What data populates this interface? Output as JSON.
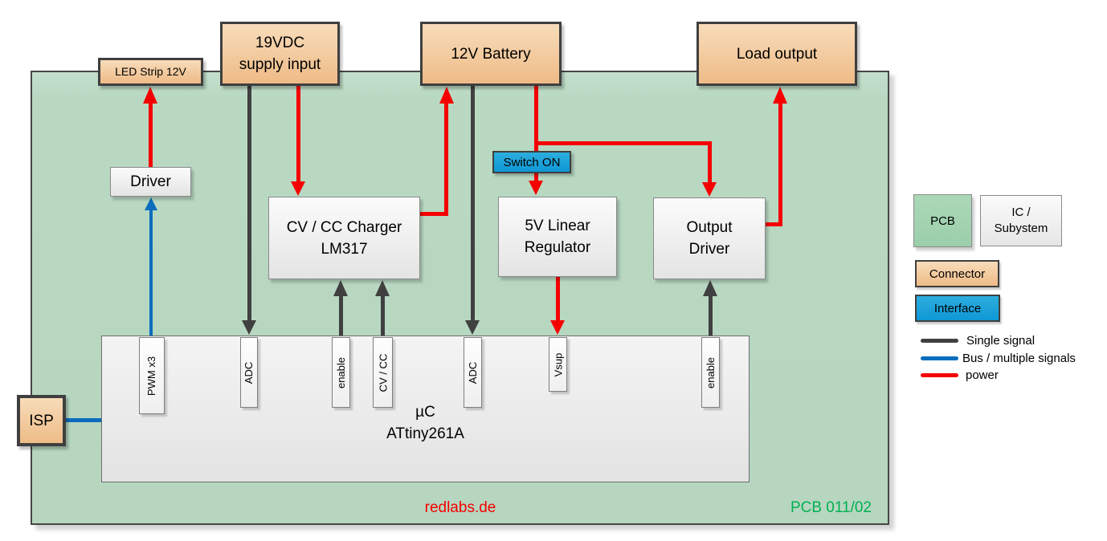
{
  "diagram": {
    "connectors": {
      "led_strip": "LED Strip 12V",
      "supply_line1": "19VDC",
      "supply_line2": "supply input",
      "battery": "12V Battery",
      "load": "Load output",
      "isp": "ISP"
    },
    "blocks": {
      "driver": "Driver",
      "charger_line1": "CV / CC Charger",
      "charger_line2": "LM317",
      "regulator_line1": "5V Linear",
      "regulator_line2": "Regulator",
      "output_line1": "Output",
      "output_line2": "Driver",
      "mcu_line1": "µC",
      "mcu_line2": "ATtiny261A"
    },
    "interfaces": {
      "switch_on": "Switch ON"
    },
    "pins": [
      "PWM x3",
      "ADC",
      "enable",
      "CV / CC",
      "ADC",
      "Vsup",
      "enable"
    ],
    "footer": {
      "site": "redlabs.de",
      "board_id": "PCB 011/02"
    }
  },
  "legend": {
    "pcb": "PCB",
    "ic_line1": "IC /",
    "ic_line2": "Subystem",
    "connector": "Connector",
    "interface": "Interface",
    "lines": [
      {
        "label": "Single signal",
        "color": "#404040"
      },
      {
        "label": "Bus / multiple signals",
        "color": "#0a6dbd"
      },
      {
        "label": "power",
        "color": "#f50000"
      }
    ]
  },
  "colors": {
    "pcb_fill": "#b7d7c1",
    "connector_fill": "#f2c897",
    "ic_fill": "#ededed",
    "interface_fill": "#1aa2de",
    "signal_single": "#404040",
    "signal_bus": "#0a6dbd",
    "signal_power": "#f50000",
    "site_text": "#f50000",
    "board_id_text": "#00b050"
  }
}
